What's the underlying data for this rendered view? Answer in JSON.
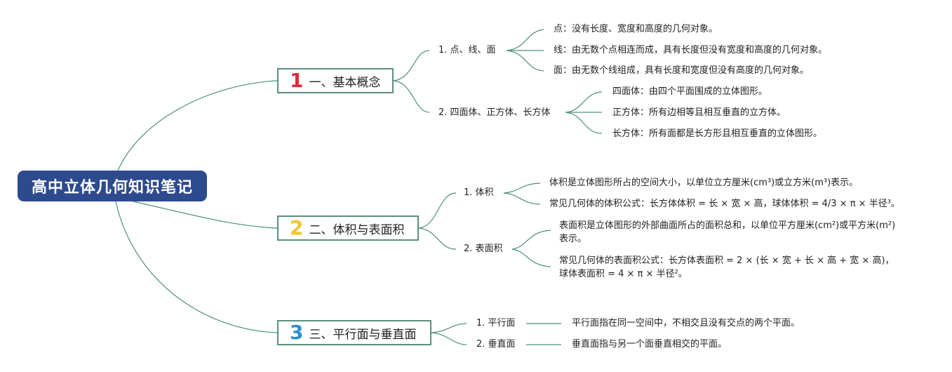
{
  "root": {
    "title": "高中立体几何知识笔记"
  },
  "colors": {
    "root_bg": "#2e4a8f",
    "branch_border": "#5b8f82",
    "link": "#4d8f7a",
    "num1": "#e5283d",
    "num2": "#f3c52a",
    "num3": "#2b8fd6"
  },
  "branches": [
    {
      "num": "1",
      "label": "一、基本概念",
      "subs": [
        {
          "label": "1. 点、线、面",
          "leaves": [
            "点：没有长度、宽度和高度的几何对象。",
            "线：由无数个点相连而成，具有长度但没有宽度和高度的几何对象。",
            "面：由无数个线组成，具有长度和宽度但没有高度的几何对象。"
          ]
        },
        {
          "label": "2. 四面体、正方体、长方体",
          "leaves": [
            "四面体：由四个平面围成的立体图形。",
            "正方体：所有边相等且相互垂直的立方体。",
            "长方体：所有面都是长方形且相互垂直的立体图形。"
          ]
        }
      ]
    },
    {
      "num": "2",
      "label": "二、体积与表面积",
      "subs": [
        {
          "label": "1. 体积",
          "leaves": [
            "体积是立体图形所占的空间大小，以单位立方厘米(cm³)或立方米(m³)表示。",
            "常见几何体的体积公式：长方体体积 = 长 × 宽 × 高，球体体积 = 4/3 × π × 半径³。"
          ]
        },
        {
          "label": "2. 表面积",
          "leaves": [
            "表面积是立体图形的外部曲面所占的面积总和，以单位平方厘米(cm²)或平方米(m²)表示。",
            "常见几何体的表面积公式：长方体表面积 = 2 × (长 × 宽 + 长 × 高 + 宽 × 高)，球体表面积 = 4 × π × 半径²。"
          ]
        }
      ]
    },
    {
      "num": "3",
      "label": "三、平行面与垂直面",
      "subs": [
        {
          "label": "1. 平行面",
          "leaves": [
            "平行面指在同一空间中，不相交且没有交点的两个平面。"
          ]
        },
        {
          "label": "2. 垂直面",
          "leaves": [
            "垂直面指与另一个面垂直相交的平面。"
          ]
        }
      ]
    }
  ]
}
